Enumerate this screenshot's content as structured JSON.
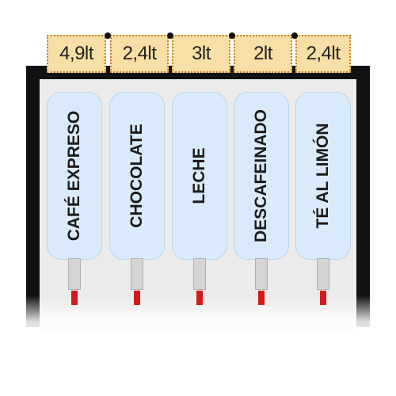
{
  "capacities": [
    "4,9lt",
    "2,4lt",
    "3lt",
    "2lt",
    "2,4lt"
  ],
  "tanks": [
    {
      "label": "CAFÉ EXPRESO"
    },
    {
      "label": "CHOCOLATE"
    },
    {
      "label": "LECHE"
    },
    {
      "label": "DESCAFEINADO"
    },
    {
      "label": "TÉ AL LIMÓN"
    }
  ],
  "colors": {
    "housing": "#111111",
    "tank_fill": "#d9ebfa",
    "capacity_badge": "#f8dfa6",
    "capacity_border": "#c8832a",
    "spout": "#d21a1a"
  }
}
